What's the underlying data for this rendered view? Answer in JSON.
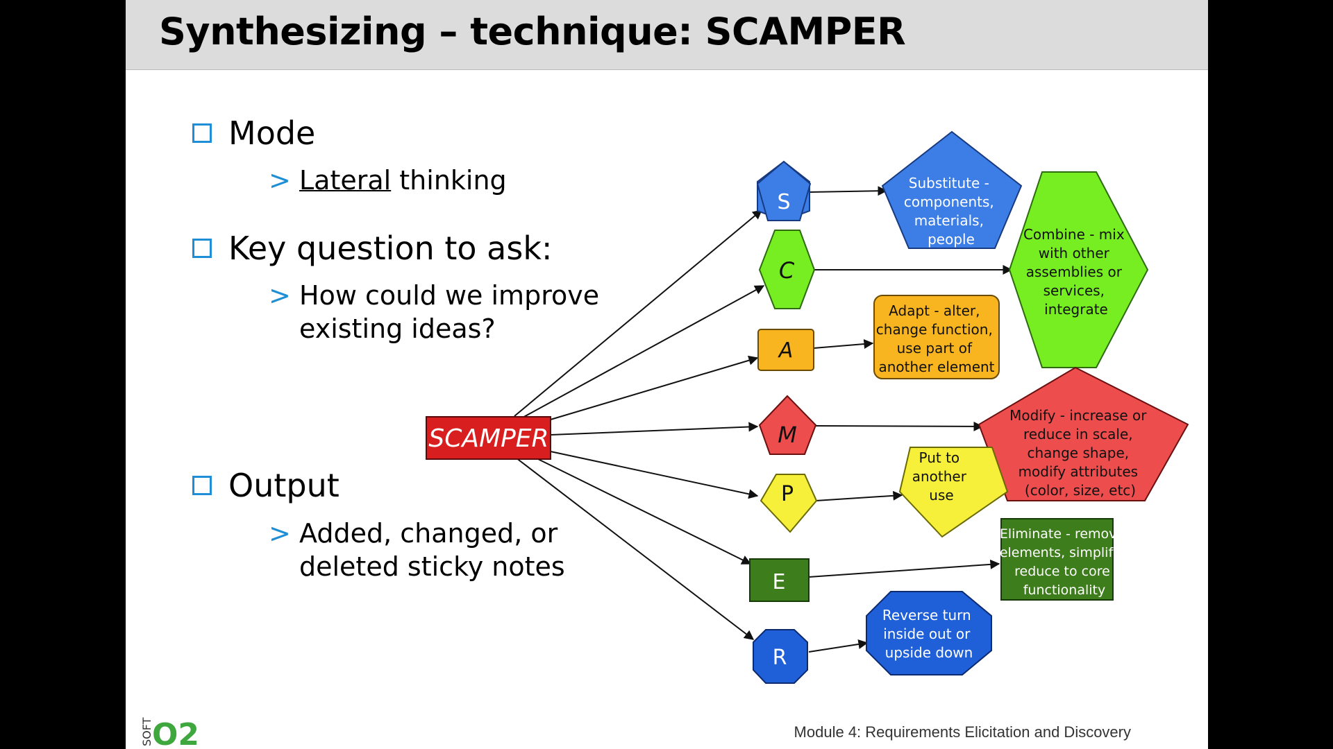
{
  "title": "Synthesizing – technique: SCAMPER",
  "bullets": [
    {
      "label": "Mode",
      "sub": {
        "underlined": "Lateral",
        "rest": " thinking"
      }
    },
    {
      "label": "Key question to ask:",
      "sub": {
        "line1": "How could we improve",
        "line2": "existing ideas?"
      }
    },
    {
      "label": "Output",
      "sub": {
        "line1": "Added, changed, or",
        "line2": "deleted sticky notes"
      }
    }
  ],
  "diagram": {
    "root": "SCAMPER",
    "letters": {
      "s": "S",
      "c": "C",
      "a": "A",
      "m": "M",
      "p": "P",
      "e": "E",
      "r": "R"
    },
    "descriptions": {
      "s": [
        "Substitute -",
        "components,",
        "materials,",
        "people"
      ],
      "c": [
        "Combine - mix",
        "with other",
        "assemblies or",
        "services,",
        "integrate"
      ],
      "a": [
        "Adapt - alter,",
        "change function,",
        "use part of",
        "another element"
      ],
      "m": [
        "Modify - increase or",
        "reduce in scale,",
        "change shape,",
        "modify attributes",
        "(color, size, etc)"
      ],
      "p": [
        "Put to",
        "another",
        "use"
      ],
      "e": [
        "Eliminate - remove",
        "elements,  simplify,",
        "reduce to core",
        "functionality"
      ],
      "r": [
        "Reverse turn",
        "inside out or",
        "upside down"
      ]
    },
    "colors": {
      "s": "#3d7ee6",
      "c": "#77ee22",
      "a": "#f8b520",
      "m": "#ee4d4d",
      "p": "#f7f03a",
      "e": "#3e7d1c",
      "r": "#1f5fd8",
      "root": "#d81e1e"
    }
  },
  "footer": "Module 4: Requirements Elicitation and Discovery",
  "logo": {
    "soft": "SOFT",
    "o2": "O2"
  }
}
